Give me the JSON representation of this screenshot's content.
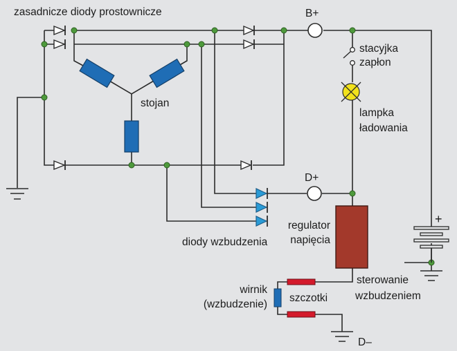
{
  "diagram": {
    "title": "Schemat alternatora z regulatorem napięcia",
    "colors": {
      "background": "#e3e4e6",
      "wire": "#2b2b2b",
      "node": "#4e9a3c",
      "stator_winding": "#1f6db5",
      "rotor_winding": "#1f6db5",
      "excitation_diode": "#2a9bd6",
      "regulator": "#a3392b",
      "brush": "#d41a2b",
      "lamp": "#f2e21c",
      "terminal": "#ffffff"
    },
    "labels": {
      "main_diodes": "zasadnicze diody prostownicze",
      "stator": "stojan",
      "excitation_diodes": "diody wzbudzenia",
      "terminal_b_plus": "B+",
      "terminal_d_plus": "D+",
      "terminal_d_minus": "D–",
      "ignition_line1": "stacyjka",
      "ignition_line2": "zapłon",
      "lamp_line1": "lampka",
      "lamp_line2": "ładowania",
      "regulator_line1": "regulator",
      "regulator_line2": "napięcia",
      "field_control_line1": "sterowanie",
      "field_control_line2": "wzbudzeniem",
      "rotor_line1": "wirnik",
      "rotor_line2": "(wzbudzenie)",
      "brushes": "szczotki",
      "battery_plus": "+"
    },
    "components": [
      {
        "id": "main-diode",
        "count": 6,
        "type": "diode",
        "fill": "white"
      },
      {
        "id": "excitation-diode",
        "count": 3,
        "type": "diode",
        "fill": "blue"
      },
      {
        "id": "stator-winding",
        "count": 3,
        "type": "winding"
      },
      {
        "id": "rotor-winding",
        "count": 1,
        "type": "winding"
      },
      {
        "id": "brush",
        "count": 2,
        "type": "brush"
      },
      {
        "id": "voltage-regulator",
        "count": 1
      },
      {
        "id": "charge-lamp",
        "count": 1
      },
      {
        "id": "ignition-switch",
        "count": 1
      },
      {
        "id": "battery",
        "count": 1,
        "cells": 2
      },
      {
        "id": "ground",
        "count": 3
      }
    ]
  }
}
